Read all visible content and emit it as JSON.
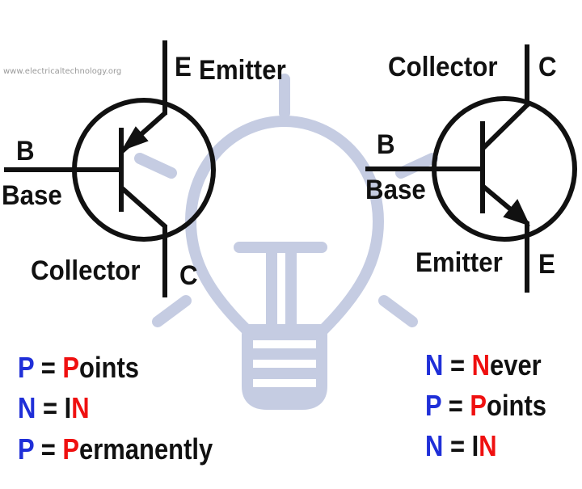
{
  "watermark": "www.electricaltechnology.org",
  "pnp": {
    "emitter_letter": "E",
    "emitter_label": "Emitter",
    "base_letter": "B",
    "base_label": "Base",
    "collector_label": "Collector",
    "collector_letter": "C"
  },
  "npn": {
    "collector_label": "Collector",
    "collector_letter": "C",
    "base_letter": "B",
    "base_label": "Base",
    "emitter_label": "Emitter",
    "emitter_letter": "E"
  },
  "mnemonic_left": [
    {
      "letter": "P",
      "eq": " = ",
      "first": "P",
      "rest": "oints"
    },
    {
      "letter": "N",
      "eq": " = ",
      "first": "I",
      "rest": "N"
    },
    {
      "letter": "P",
      "eq": " = ",
      "first": "P",
      "rest": "ermanently"
    }
  ],
  "mnemonic_right": [
    {
      "letter": "N",
      "eq": " = ",
      "first": "N",
      "rest": "ever"
    },
    {
      "letter": "P",
      "eq": " = ",
      "first": "P",
      "rest": "oints"
    },
    {
      "letter": "N",
      "eq": " = ",
      "first": "I",
      "rest": "N"
    }
  ],
  "colors": {
    "symbol": "#111111",
    "letter_blue": "#1f2fd8",
    "accent_red": "#ef1010",
    "bulb_outline": "#c5cce2"
  }
}
